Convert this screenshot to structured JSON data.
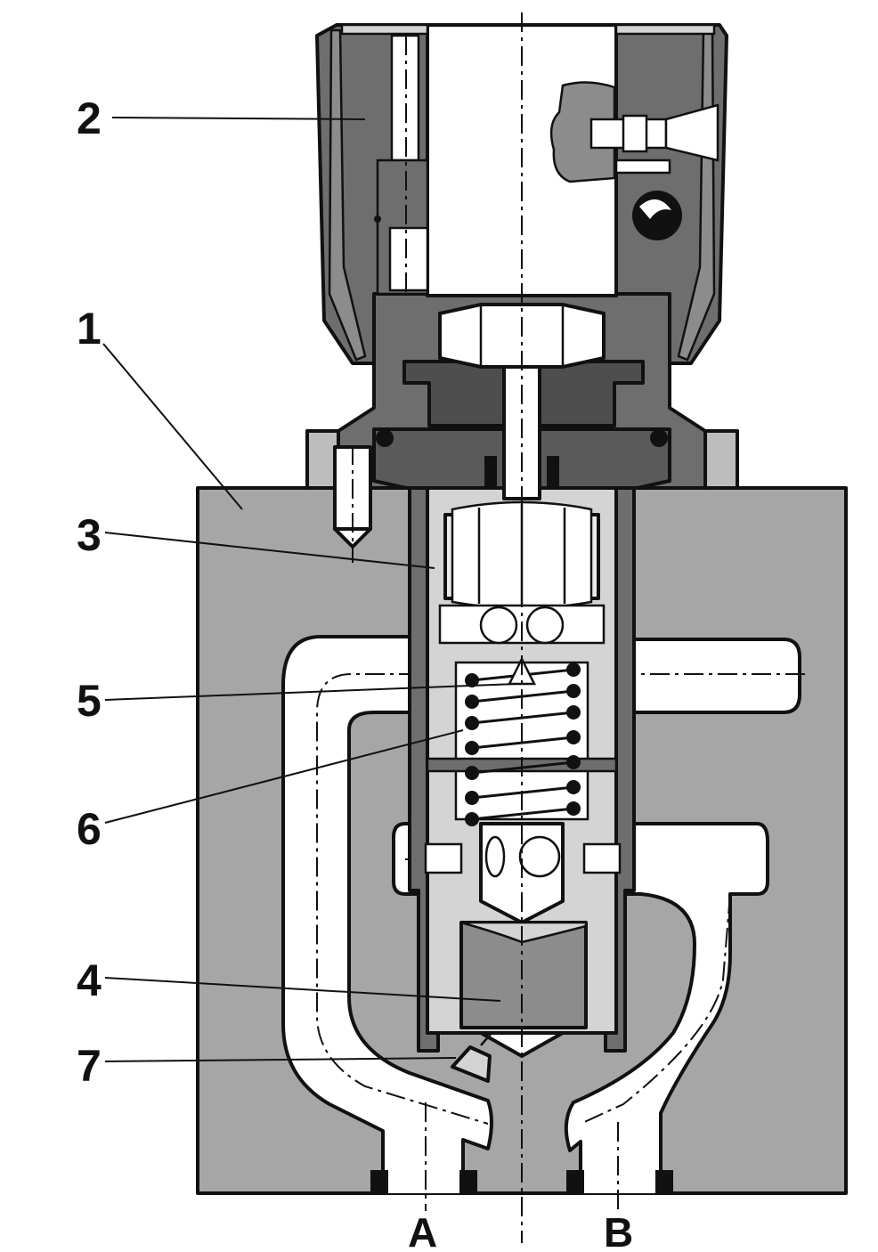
{
  "colors": {
    "body": "#a6a6a6",
    "dark_part": "#6e6e6e",
    "light_part": "#d4d4d4",
    "passage": "#ffffff",
    "line": "#111111"
  },
  "callouts": [
    {
      "id": "1",
      "label": "1"
    },
    {
      "id": "2",
      "label": "2"
    },
    {
      "id": "3",
      "label": "3"
    },
    {
      "id": "5",
      "label": "5"
    },
    {
      "id": "6",
      "label": "6"
    },
    {
      "id": "4",
      "label": "4"
    },
    {
      "id": "7",
      "label": "7"
    }
  ],
  "ports": [
    {
      "id": "A",
      "label": "A"
    },
    {
      "id": "B",
      "label": "B"
    }
  ]
}
